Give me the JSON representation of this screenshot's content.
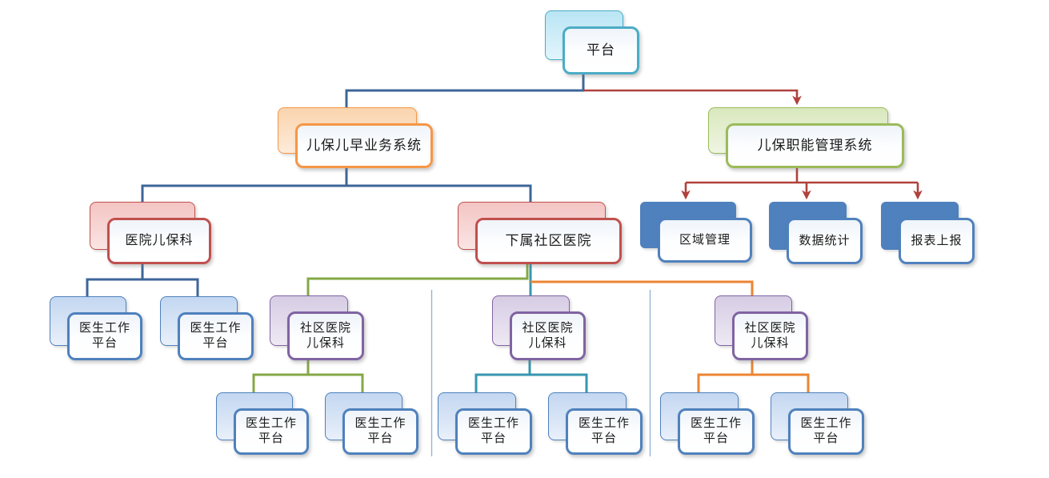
{
  "diagram": {
    "type": "org-chart",
    "background": "#FFFFFF",
    "nodes": [
      {
        "id": "platform",
        "label": "平台",
        "style": "cyan"
      },
      {
        "id": "business-system",
        "label": "儿保儿早业务系统",
        "style": "orange"
      },
      {
        "id": "management-system",
        "label": "儿保职能管理系统",
        "style": "green"
      },
      {
        "id": "hospital-dept",
        "label": "医院儿保科",
        "style": "red"
      },
      {
        "id": "community-hospitals",
        "label": "下属社区医院",
        "style": "red"
      },
      {
        "id": "region-mgmt",
        "label": "区域管理",
        "style": "blueback"
      },
      {
        "id": "data-stats",
        "label": "数据统计",
        "style": "blueback"
      },
      {
        "id": "report-upload",
        "label": "报表上报",
        "style": "blueback"
      },
      {
        "id": "doctor-a1",
        "label": "医生工作\n平台",
        "style": "blue"
      },
      {
        "id": "doctor-a2",
        "label": "医生工作\n平台",
        "style": "blue"
      },
      {
        "id": "clinic-1",
        "label": "社区医院\n儿保科",
        "style": "purple"
      },
      {
        "id": "clinic-2",
        "label": "社区医院\n儿保科",
        "style": "purple"
      },
      {
        "id": "clinic-3",
        "label": "社区医院\n儿保科",
        "style": "purple"
      },
      {
        "id": "doctor-b1",
        "label": "医生工作\n平台",
        "style": "blue"
      },
      {
        "id": "doctor-b2",
        "label": "医生工作\n平台",
        "style": "blue"
      },
      {
        "id": "doctor-c1",
        "label": "医生工作\n平台",
        "style": "blue"
      },
      {
        "id": "doctor-c2",
        "label": "医生工作\n平台",
        "style": "blue"
      },
      {
        "id": "doctor-d1",
        "label": "医生工作\n平台",
        "style": "blue"
      },
      {
        "id": "doctor-d2",
        "label": "医生工作\n平台",
        "style": "blue"
      }
    ],
    "edges": [
      {
        "from": "platform",
        "to": "business-system",
        "color_key": "blue",
        "arrow": false
      },
      {
        "from": "platform",
        "to": "management-system",
        "color_key": "red",
        "arrow": true
      },
      {
        "from": "business-system",
        "to": "hospital-dept",
        "color_key": "blue",
        "arrow": false
      },
      {
        "from": "business-system",
        "to": "community-hospitals",
        "color_key": "blue",
        "arrow": false
      },
      {
        "from": "management-system",
        "to": "region-mgmt",
        "color_key": "red",
        "arrow": true
      },
      {
        "from": "management-system",
        "to": "data-stats",
        "color_key": "red",
        "arrow": true
      },
      {
        "from": "management-system",
        "to": "report-upload",
        "color_key": "red",
        "arrow": true
      },
      {
        "from": "hospital-dept",
        "to": "doctor-a1",
        "color_key": "blue",
        "arrow": false
      },
      {
        "from": "hospital-dept",
        "to": "doctor-a2",
        "color_key": "blue",
        "arrow": false
      },
      {
        "from": "community-hospitals",
        "to": "clinic-1",
        "color_key": "green",
        "arrow": false
      },
      {
        "from": "community-hospitals",
        "to": "clinic-2",
        "color_key": "teal",
        "arrow": false
      },
      {
        "from": "community-hospitals",
        "to": "clinic-3",
        "color_key": "orange",
        "arrow": false
      },
      {
        "from": "clinic-1",
        "to": "doctor-b1",
        "color_key": "green",
        "arrow": false
      },
      {
        "from": "clinic-1",
        "to": "doctor-b2",
        "color_key": "green",
        "arrow": false
      },
      {
        "from": "clinic-2",
        "to": "doctor-c1",
        "color_key": "teal",
        "arrow": false
      },
      {
        "from": "clinic-2",
        "to": "doctor-c2",
        "color_key": "teal",
        "arrow": false
      },
      {
        "from": "clinic-3",
        "to": "doctor-d1",
        "color_key": "orange",
        "arrow": false
      },
      {
        "from": "clinic-3",
        "to": "doctor-d2",
        "color_key": "orange",
        "arrow": false
      }
    ],
    "styles": {
      "cyan": {
        "border": "#4BACC6",
        "back_top": "#B9E5F4",
        "back_bottom": "#E2F5FC"
      },
      "orange": {
        "border": "#F79646",
        "back_top": "#FAD4AE",
        "back_bottom": "#FDEBDA"
      },
      "green": {
        "border": "#9BBB59",
        "back_top": "#D9E8BD",
        "back_bottom": "#EFF5E3"
      },
      "red": {
        "border": "#C0504D",
        "back_top": "#F3C5C3",
        "back_bottom": "#FAE5E4"
      },
      "purple": {
        "border": "#8064A2",
        "back_top": "#D6CCE4",
        "back_bottom": "#EEE9F4"
      },
      "blue": {
        "border": "#4F81BD",
        "back_top": "#C3D7F1",
        "back_bottom": "#E9F0FA"
      },
      "blueback": {
        "border": "#4F81BD",
        "back_top": "#4E81BD",
        "back_bottom": "#4E81BD"
      }
    },
    "edge_colors": {
      "blue": "#3D6699",
      "red": "#B0413C",
      "green": "#84A845",
      "teal": "#3796AF",
      "orange": "#EC8432",
      "divider": "#95B3D7"
    }
  }
}
